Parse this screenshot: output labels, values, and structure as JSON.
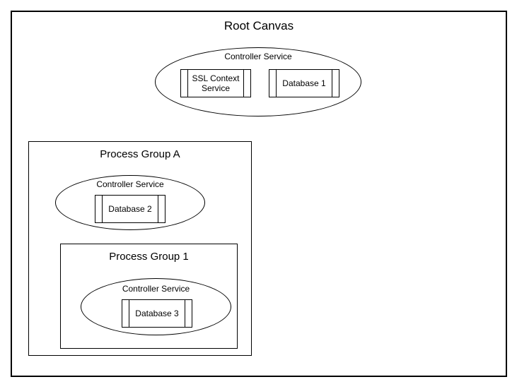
{
  "colors": {
    "background": "#ffffff",
    "stroke": "#000000",
    "text": "#000000"
  },
  "diagram": {
    "title": "Root Canvas",
    "root_controller": {
      "label": "Controller Service",
      "components": [
        {
          "label": "SSL Context Service"
        },
        {
          "label": "Database 1"
        }
      ]
    },
    "process_group_a": {
      "title": "Process Group A",
      "controller": {
        "label": "Controller Service",
        "components": [
          {
            "label": "Database 2"
          }
        ]
      },
      "process_group_1": {
        "title": "Process Group 1",
        "controller": {
          "label": "Controller Service",
          "components": [
            {
              "label": "Database 3"
            }
          ]
        }
      }
    }
  }
}
